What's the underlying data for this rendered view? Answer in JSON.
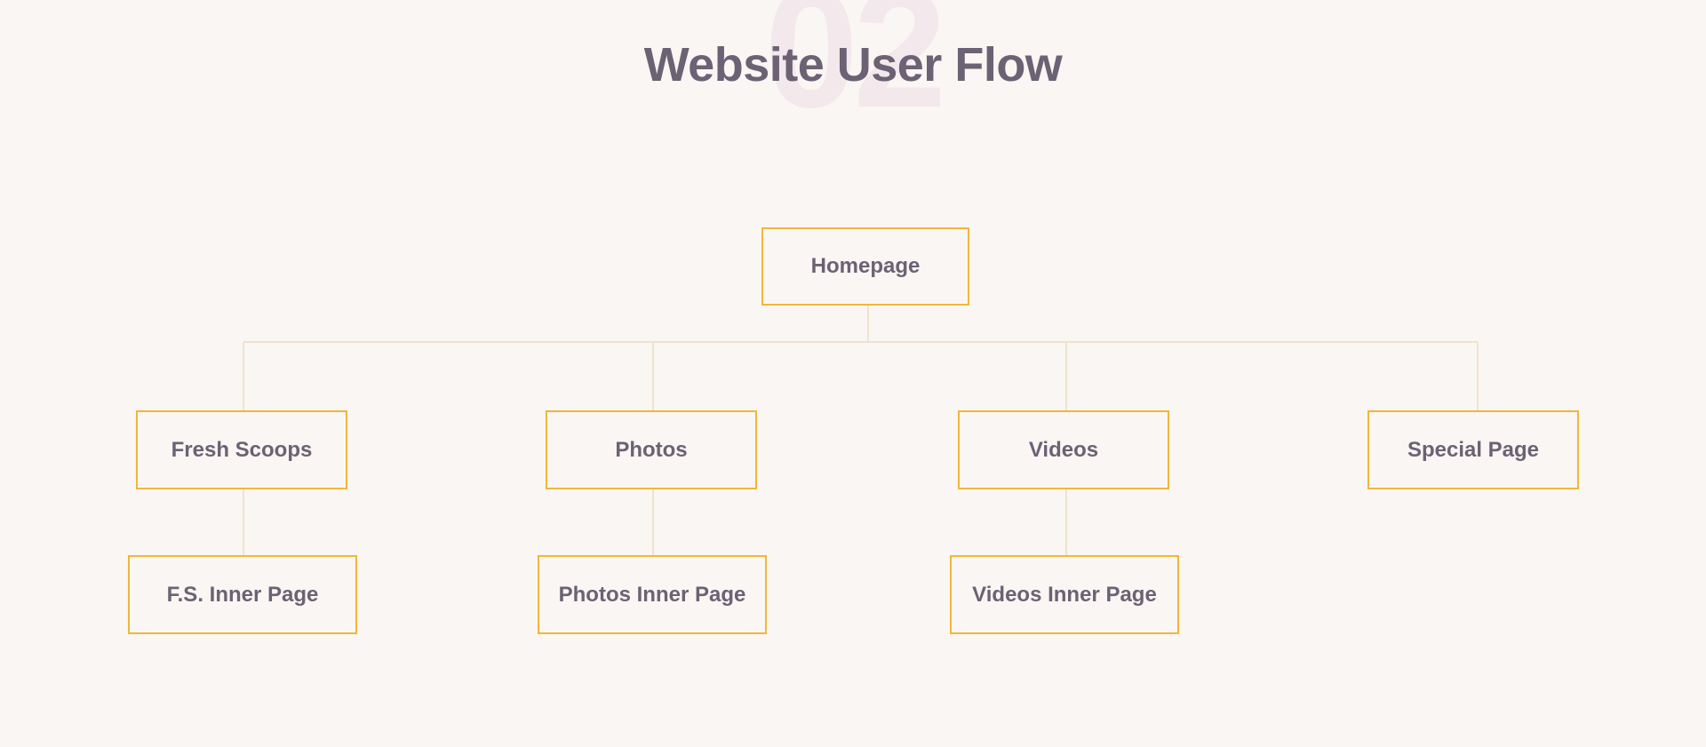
{
  "header": {
    "section_number": "02",
    "title": "Website User Flow"
  },
  "colors": {
    "background": "#faf6f3",
    "title_text": "#6b6274",
    "section_number": "#f3e8ec",
    "node_border": "#f0b73a",
    "connector": "#efe3cd"
  },
  "flow": {
    "root": {
      "label": "Homepage"
    },
    "level1": [
      {
        "label": "Fresh Scoops"
      },
      {
        "label": "Photos"
      },
      {
        "label": "Videos"
      },
      {
        "label": "Special Page"
      }
    ],
    "level2": [
      {
        "label": "F.S. Inner Page"
      },
      {
        "label": "Photos Inner Page"
      },
      {
        "label": "Videos Inner Page"
      }
    ]
  }
}
